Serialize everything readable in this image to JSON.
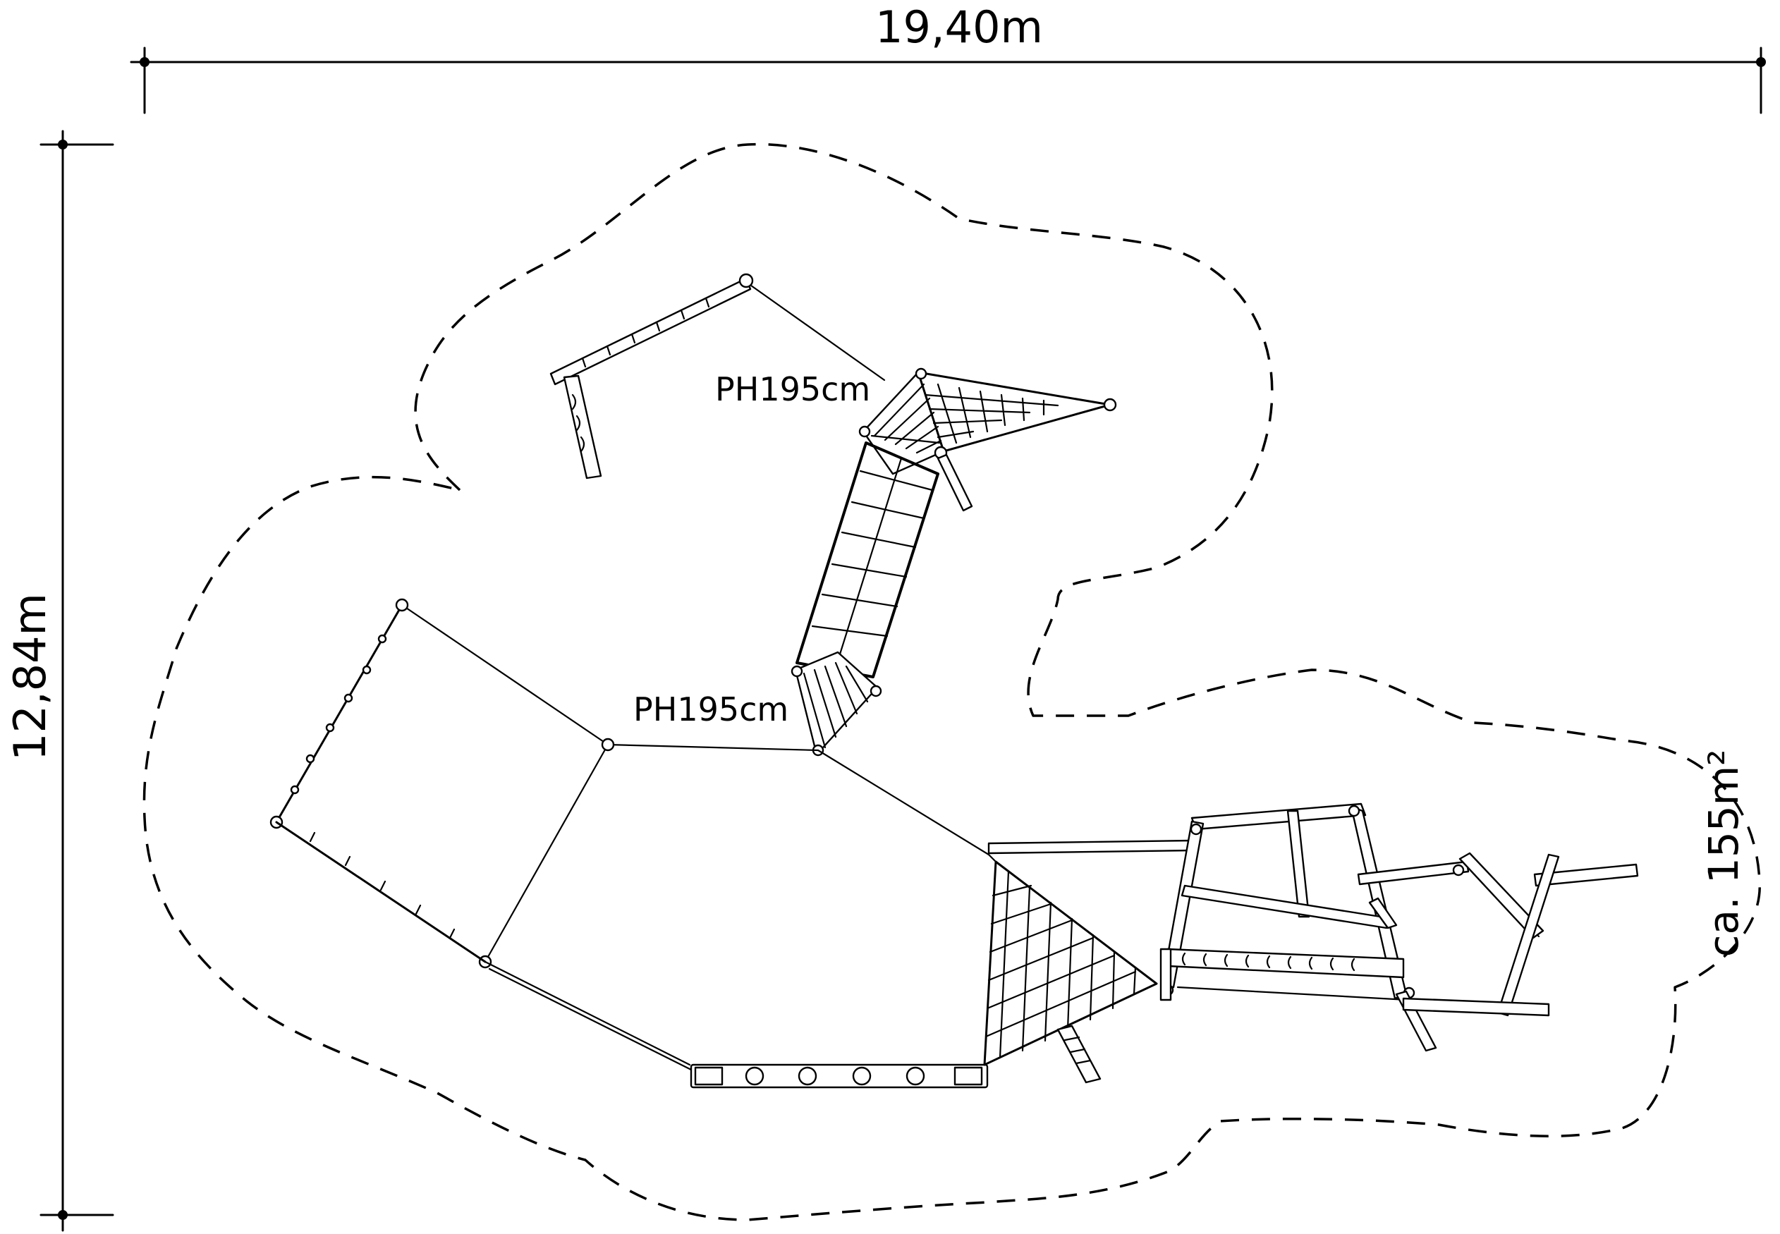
{
  "dimensions": {
    "width": "19,40m",
    "height": "12,84m"
  },
  "area": "ca. 155m²",
  "platforms": [
    {
      "label": "PH195cm"
    },
    {
      "label": "PH195cm"
    }
  ]
}
